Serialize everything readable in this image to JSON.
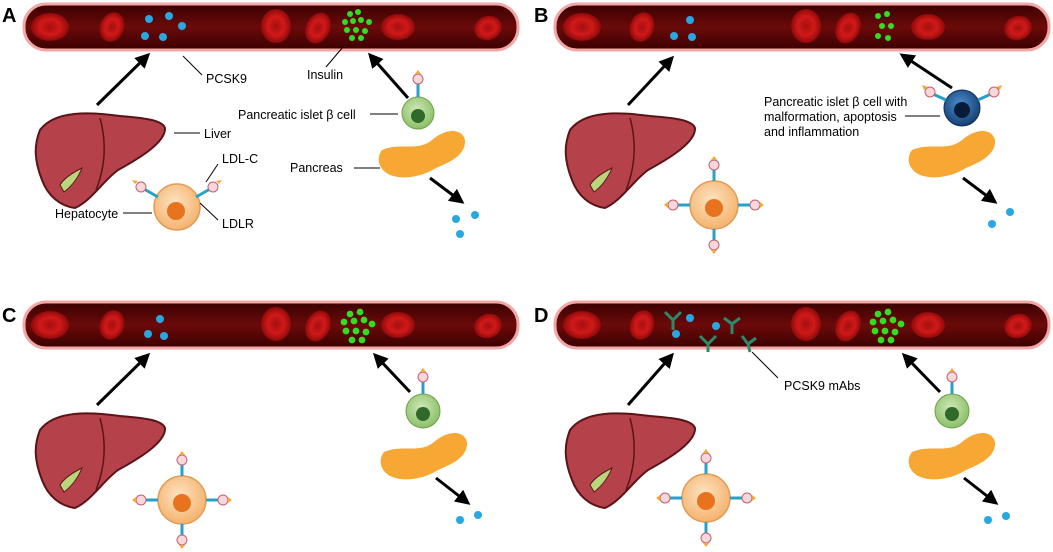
{
  "panels": [
    {
      "label": "A",
      "beta_state": "normal",
      "ldlr_count": 2
    },
    {
      "label": "B",
      "beta_state": "damaged",
      "ldlr_count": 4
    },
    {
      "label": "C",
      "beta_state": "normal",
      "ldlr_count": 4
    },
    {
      "label": "D",
      "beta_state": "normal",
      "ldlr_count": 4
    }
  ],
  "annotations": {
    "pcsk9": "PCSK9",
    "insulin": "Insulin",
    "beta_cell": "Pancreatic islet β cell",
    "liver": "Liver",
    "ldlc": "LDL-C",
    "pancreas": "Pancreas",
    "hepatocyte": "Hepatocyte",
    "ldlr": "LDLR",
    "beta_cell_damaged_1": "Pancreatic islet β cell with",
    "beta_cell_damaged_2": "malformation, apoptosis",
    "beta_cell_damaged_3": "and inflammation",
    "mabs": "PCSK9 mAbs"
  },
  "colors": {
    "vessel": "#5a0000",
    "vessel_rim": "#f2a6a6",
    "rbc": "#d11919",
    "pcsk9": "#29a8e0",
    "insulin": "#33dd22",
    "liver": "#b5424a",
    "pancreas": "#f7a733",
    "hepatocyte": "#f8c78c",
    "beta_cell": "#9ccc7a",
    "beta_cell_damaged": "#1f5fa3",
    "antibody": "#2a8a6a"
  }
}
